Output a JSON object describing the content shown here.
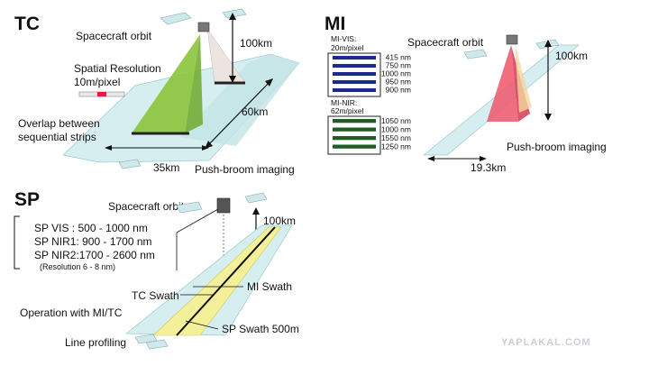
{
  "tc": {
    "title": "TC",
    "spacecraft_orbit": "Spacecraft orbit",
    "spatial_resolution_line1": "Spatial Resolution",
    "spatial_resolution_line2": "10m/pixel",
    "overlap_line1": "Overlap between",
    "overlap_line2": "sequential strips",
    "altitude": "100km",
    "length": "60km",
    "swath_width": "35km",
    "imaging_mode": "Push-broom imaging"
  },
  "mi": {
    "title": "MI",
    "spacecraft_orbit": "Spacecraft orbit",
    "vis_label_line1": "MI-VIS:",
    "vis_label_line2": "20m/pixel",
    "vis_bands": [
      "415 nm",
      "750 nm",
      "1000 nm",
      "950 nm",
      "900 nm"
    ],
    "nir_label_line1": "MI-NIR:",
    "nir_label_line2": "62m/pixel",
    "nir_bands": [
      "1050 nm",
      "1000 nm",
      "1550 nm",
      "1250 nm"
    ],
    "altitude": "100km",
    "imaging_mode": "Push-broom imaging",
    "swath_width": "19.3km",
    "colors": {
      "vis_band": "#1c2a8c",
      "nir_band": "#1e5e22"
    }
  },
  "sp": {
    "title": "SP",
    "spacecraft_orbit": "Spacecraft orbit",
    "altitude": "100km",
    "spec_vis": "SP VIS : 500 - 1000 nm",
    "spec_nir1": "SP NIR1: 900 - 1700 nm",
    "spec_nir2": "SP NIR2:1700 - 2600 nm",
    "resolution_note": "(Resolution 6 - 8 nm)",
    "mi_swath": "MI Swath",
    "tc_swath": "TC Swath",
    "operation": "Operation with MI/TC",
    "sp_swath": "SP Swath 500m",
    "line_profiling": "Line profiling"
  },
  "watermark": "YAPLAKAL.COM"
}
